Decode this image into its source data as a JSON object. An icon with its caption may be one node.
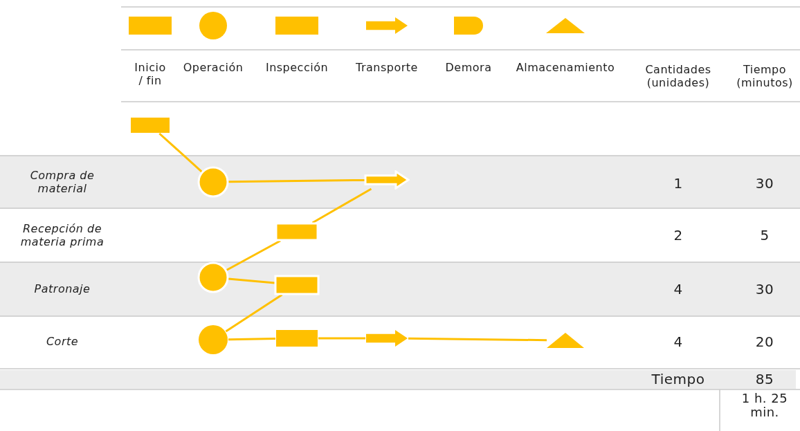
{
  "diagram": {
    "nodes": [
      {
        "text": [],
        "shape": "box"
      },
      {
        "text": [],
        "shape": "circle"
      },
      {
        "text": [],
        "shape": "arrow"
      },
      {
        "text": [],
        "shape": "box"
      },
      {
        "text": [],
        "shape": "circle"
      },
      {
        "text": [],
        "shape": "box"
      },
      {
        "text": [],
        "shape": "circle"
      },
      {
        "text": [],
        "shape": "box"
      },
      {
        "text": [],
        "shape": "arrow"
      },
      {
        "text": [],
        "shape": "triangle"
      }
    ],
    "edges": [
      {
        "from": 0,
        "to": 1,
        "arrow": "none"
      },
      {
        "from": 1,
        "to": 2,
        "arrow": "none"
      },
      {
        "from": 2,
        "to": 3,
        "arrow": "none"
      },
      {
        "from": 3,
        "to": 4,
        "arrow": "none"
      },
      {
        "from": 4,
        "to": 5,
        "arrow": "none"
      },
      {
        "from": 5,
        "to": 6,
        "arrow": "none"
      },
      {
        "from": 6,
        "to": 7,
        "arrow": "none"
      },
      {
        "from": 7,
        "to": 8,
        "arrow": "none"
      },
      {
        "from": 8,
        "to": 9,
        "arrow": "none"
      }
    ],
    "labels": [
      "Cantidades (unidades)",
      "Tiempo (minutos)",
      "Compra de material",
      "1",
      "30",
      "Recepción de materia prima",
      "2",
      "5",
      "Patronaje",
      "4",
      "30",
      "Corte",
      "4",
      "20",
      "Tiempo",
      "85",
      "1 h. 25 min."
    ],
    "legend": [
      {
        "text": "Inicio / fin"
      },
      {
        "text": "Operación"
      },
      {
        "text": "Inspección"
      },
      {
        "text": "Transporte"
      },
      {
        "text": "Demora"
      },
      {
        "text": "Almacenamiento"
      }
    ]
  }
}
